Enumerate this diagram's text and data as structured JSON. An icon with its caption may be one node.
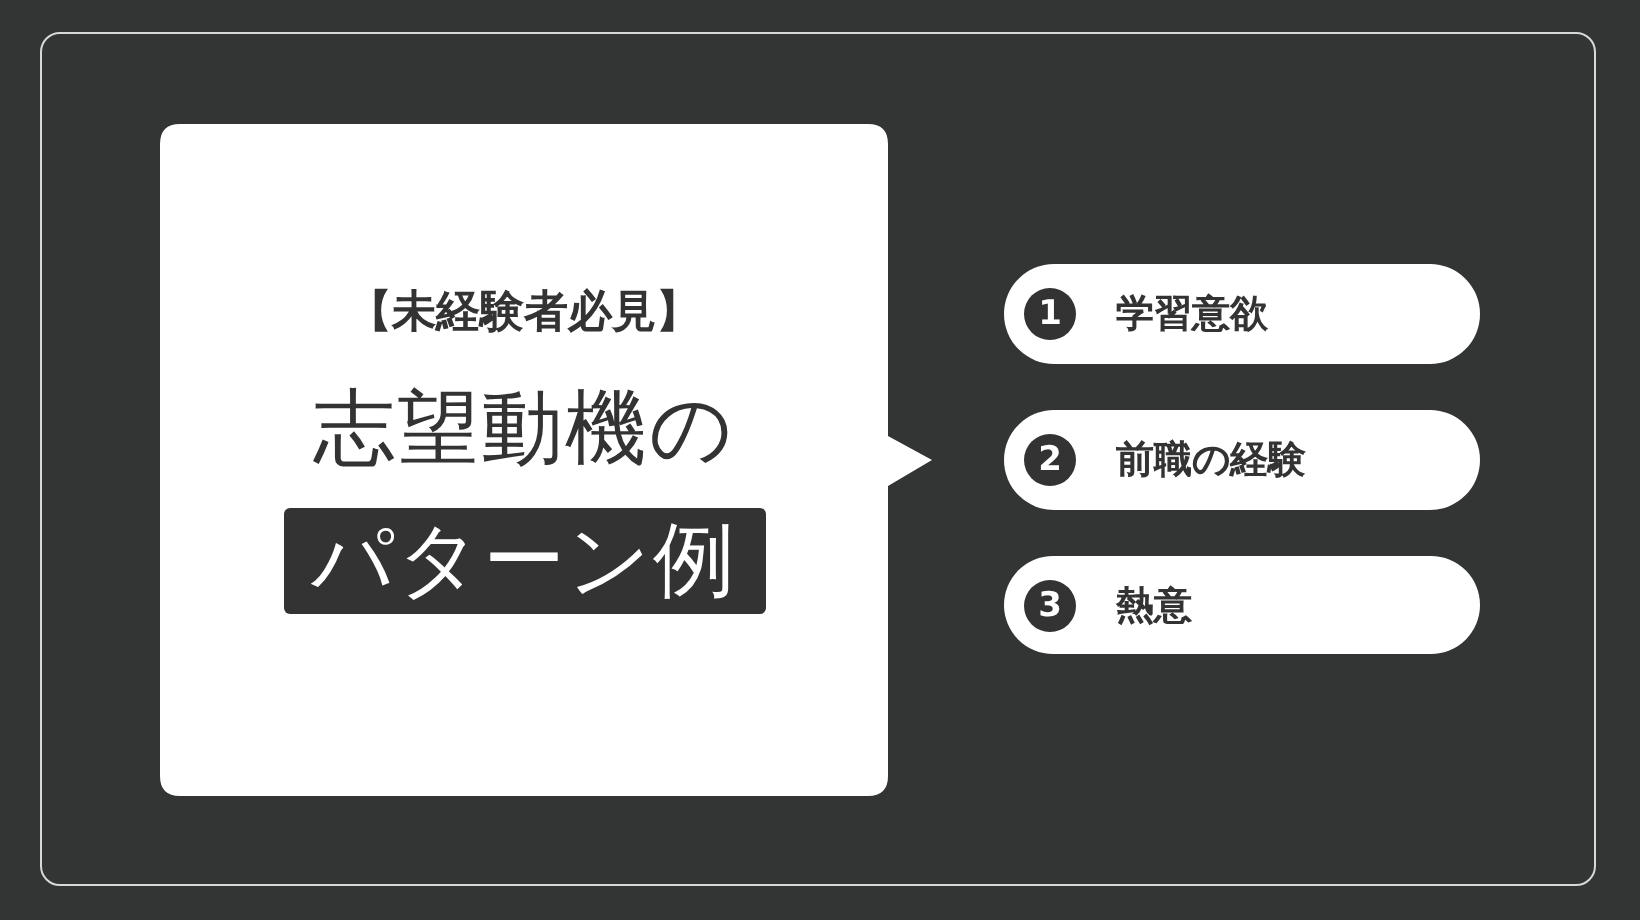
{
  "diagram": {
    "nodes": [
      {
        "text": [
          "【未経験者必見】",
          "志望動機の",
          "パターン例"
        ]
      },
      {
        "text": [
          "1",
          "学習意欲"
        ]
      },
      {
        "text": [
          "2",
          "前職の経験"
        ]
      },
      {
        "text": [
          "3",
          "熱意"
        ]
      }
    ]
  }
}
